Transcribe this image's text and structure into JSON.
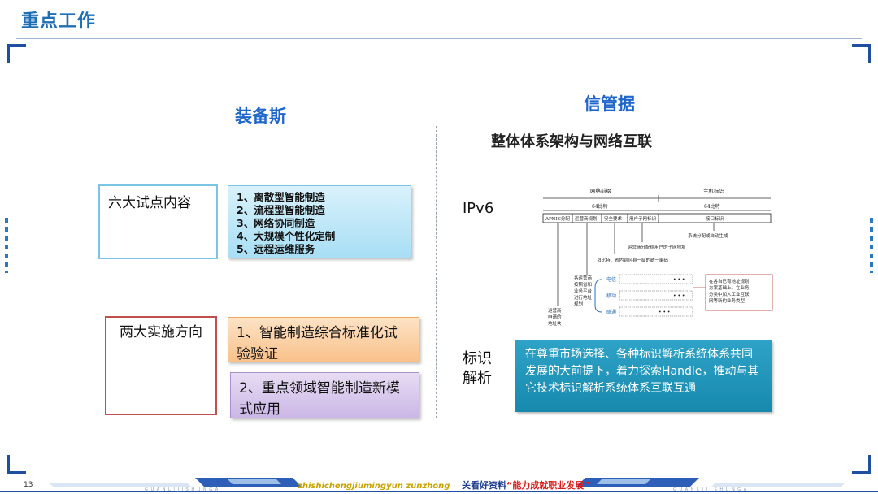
{
  "slide": {
    "title": "重点工作",
    "page_number": "13"
  },
  "left": {
    "heading": "装备斯",
    "group1_label": "六大试点内容",
    "group1_items": [
      "1、离散型智能制造",
      "2、流程型智能制造",
      "3、网络协同制造",
      "4、大规模个性化定制",
      "5、远程运维服务"
    ],
    "group2_label": "两大实施方向",
    "group2_item1": "1、智能制造综合标准化试验验证",
    "group2_item2": "2、重点领域智能制造新模式应用"
  },
  "right": {
    "heading": "信管据",
    "subheading": "整体体系架构与网络互联",
    "ipv6_label": "IPv6",
    "identity_label": "标识解析",
    "identity_text": "在尊重市场选择、各种标识解析系统体系共同发展的大前提下，着力探索Handle，推动与其它技术标识解析系统体系互联互通",
    "diagram": {
      "network_prefix": "网络前缀",
      "host_id": "主机标识",
      "bits_left": "64比特",
      "bits_right": "64比特",
      "cell_apnic": "APNIC分配",
      "cell_operator_plan": "运营商规划",
      "cell_security": "安全要求",
      "cell_user_subnet": "用户子网标识",
      "cell_interface": "接口标识",
      "auto_gen": "系统分配或自动生成",
      "operator_alloc": "运营商分配给用户的子网地址",
      "county_code": "8比特，省内到区县一级的统一编码",
      "operator_note": "各运营商按照省和业务平台进行地址规划",
      "operator_block": "运营商申请的地址块",
      "carrier_telecom": "电信",
      "carrier_mobile": "移动",
      "carrier_unicom": "联通",
      "right_note": "在各自已有地址规划方案基础上，在业务分类中加入工业互联网等新的业务类型"
    }
  },
  "footer": {
    "pinyin": "zhishichengjiumingyun zunzhong",
    "slogan_prefix": "关看好资料",
    "slogan_quote": "“能力成就职业发展”",
    "small_left": "G U A N L I J I S H U N G A",
    "small_right": "G U A N L I J I S H U N G A"
  },
  "colors": {
    "title_blue": "#1f6fb5",
    "heading_blue": "#1f67c9",
    "teal_box": "#1689ad",
    "list_blue": "#a8def5",
    "orange": "#f9c18a",
    "purple": "#cbb7e6"
  }
}
